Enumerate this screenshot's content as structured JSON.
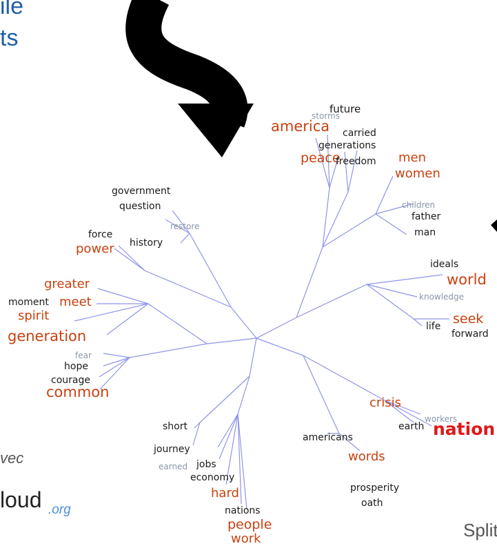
{
  "slide_fragments": {
    "title_line1": "ile",
    "title_line2": "ts",
    "left_caption": "vec",
    "left_logo_main": "loud",
    "left_logo_suffix": ".org",
    "right_fragment": "Split"
  },
  "colors": {
    "slide_blue": "#1f5fa8",
    "branch": "#8e94e6",
    "word_dark": "#1a1a1a",
    "word_orange": "#c8410f",
    "word_grey": "#8a96a8",
    "word_red": "#e01818",
    "arrow": "#000000"
  },
  "tree_words": [
    {
      "id": "storms",
      "text": "storms",
      "style": "grey"
    },
    {
      "id": "future",
      "text": "future",
      "style": "dark"
    },
    {
      "id": "america",
      "text": "america",
      "style": "orange"
    },
    {
      "id": "carried",
      "text": "carried",
      "style": "dark"
    },
    {
      "id": "generations",
      "text": "generations",
      "style": "dark"
    },
    {
      "id": "peace",
      "text": "peace",
      "style": "orange"
    },
    {
      "id": "freedom",
      "text": "freedom",
      "style": "dark"
    },
    {
      "id": "men",
      "text": "men",
      "style": "orange"
    },
    {
      "id": "women",
      "text": "women",
      "style": "orange"
    },
    {
      "id": "children",
      "text": "children",
      "style": "grey"
    },
    {
      "id": "father",
      "text": "father",
      "style": "dark"
    },
    {
      "id": "man",
      "text": "man",
      "style": "dark"
    },
    {
      "id": "ideals",
      "text": "ideals",
      "style": "dark"
    },
    {
      "id": "world",
      "text": "world",
      "style": "orange"
    },
    {
      "id": "knowledge",
      "text": "knowledge",
      "style": "grey"
    },
    {
      "id": "seek",
      "text": "seek",
      "style": "orange"
    },
    {
      "id": "life",
      "text": "life",
      "style": "dark"
    },
    {
      "id": "forward",
      "text": "forward",
      "style": "dark"
    },
    {
      "id": "government",
      "text": "government",
      "style": "dark"
    },
    {
      "id": "question",
      "text": "question",
      "style": "dark"
    },
    {
      "id": "restore",
      "text": "restore",
      "style": "grey"
    },
    {
      "id": "force",
      "text": "force",
      "style": "dark"
    },
    {
      "id": "power",
      "text": "power",
      "style": "orange"
    },
    {
      "id": "history",
      "text": "history",
      "style": "dark"
    },
    {
      "id": "greater",
      "text": "greater",
      "style": "orange"
    },
    {
      "id": "moment",
      "text": "moment",
      "style": "dark"
    },
    {
      "id": "meet",
      "text": "meet",
      "style": "orange"
    },
    {
      "id": "spirit",
      "text": "spirit",
      "style": "orange"
    },
    {
      "id": "generation",
      "text": "generation",
      "style": "orange"
    },
    {
      "id": "fear",
      "text": "fear",
      "style": "grey"
    },
    {
      "id": "hope",
      "text": "hope",
      "style": "dark"
    },
    {
      "id": "courage",
      "text": "courage",
      "style": "dark"
    },
    {
      "id": "common",
      "text": "common",
      "style": "orange"
    },
    {
      "id": "crisis",
      "text": "crisis",
      "style": "orange"
    },
    {
      "id": "earth",
      "text": "earth",
      "style": "dark"
    },
    {
      "id": "workers",
      "text": "workers",
      "style": "grey"
    },
    {
      "id": "nation",
      "text": "nation",
      "style": "red"
    },
    {
      "id": "americans",
      "text": "americans",
      "style": "dark"
    },
    {
      "id": "words",
      "text": "words",
      "style": "orange"
    },
    {
      "id": "prosperity",
      "text": "prosperity",
      "style": "dark"
    },
    {
      "id": "oath",
      "text": "oath",
      "style": "dark"
    },
    {
      "id": "short",
      "text": "short",
      "style": "dark"
    },
    {
      "id": "journey",
      "text": "journey",
      "style": "dark"
    },
    {
      "id": "earned",
      "text": "earned",
      "style": "grey"
    },
    {
      "id": "jobs",
      "text": "jobs",
      "style": "dark"
    },
    {
      "id": "economy",
      "text": "economy",
      "style": "dark"
    },
    {
      "id": "hard",
      "text": "hard",
      "style": "orange"
    },
    {
      "id": "nations",
      "text": "nations",
      "style": "dark"
    },
    {
      "id": "people",
      "text": "people",
      "style": "orange"
    },
    {
      "id": "work",
      "text": "work",
      "style": "orange"
    }
  ]
}
